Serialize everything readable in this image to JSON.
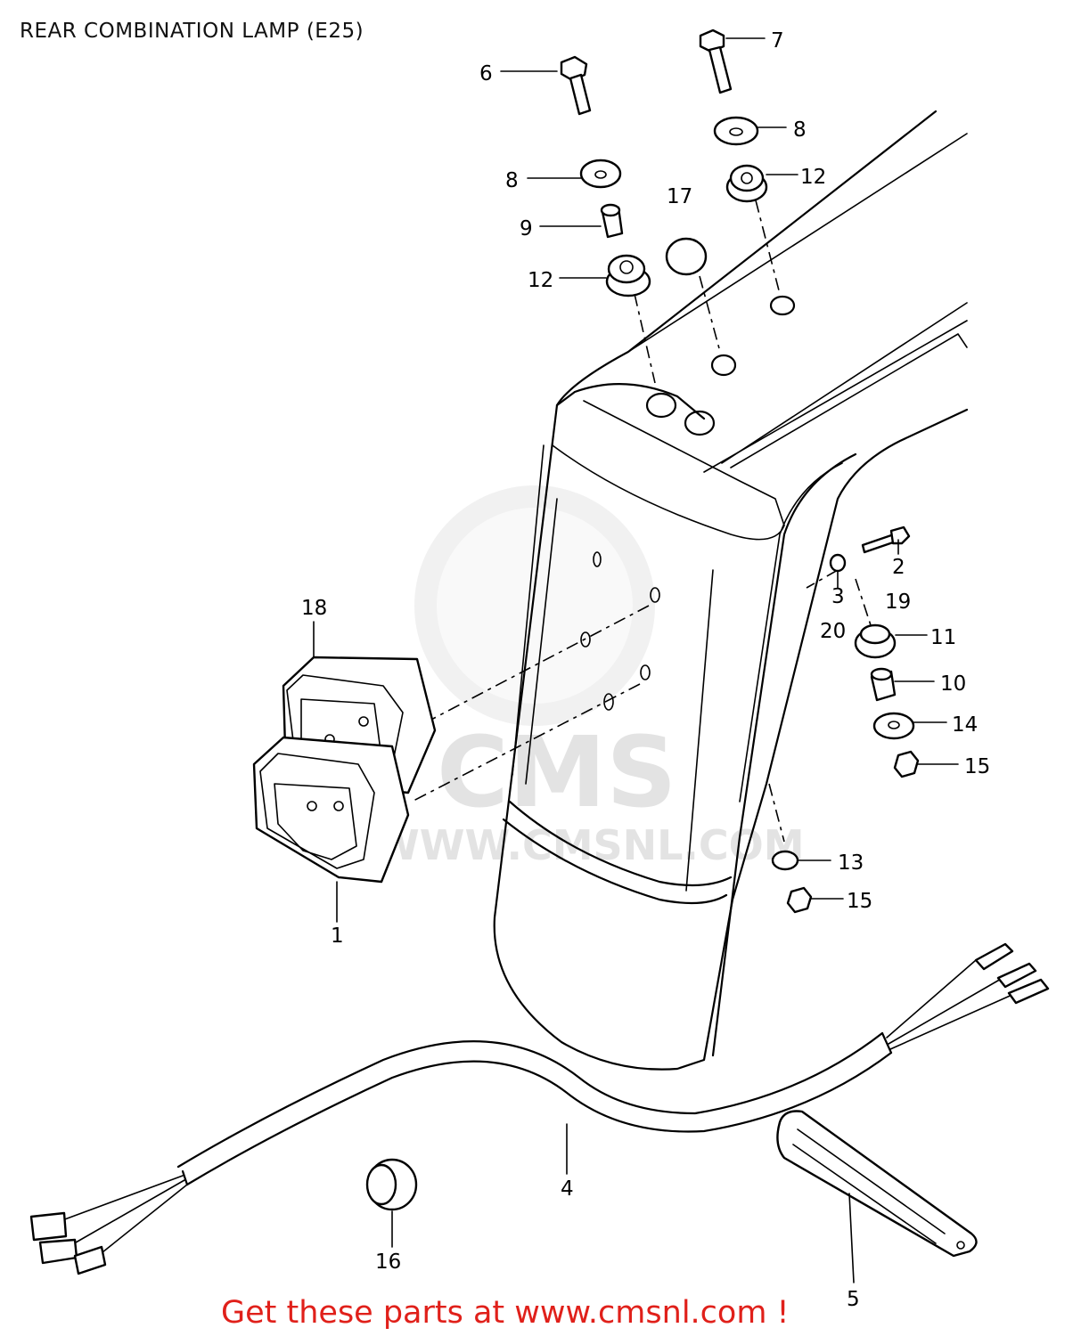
{
  "title": "REAR COMBINATION LAMP (E25)",
  "footer": "Get these parts at www.cmsnl.com !",
  "watermark": {
    "brand": "CMS",
    "url": "WWW.CMSNL.COM"
  },
  "callouts": [
    "1",
    "2",
    "3",
    "4",
    "5",
    "6",
    "7",
    "8",
    "8",
    "9",
    "10",
    "11",
    "12",
    "12",
    "13",
    "14",
    "15",
    "15",
    "16",
    "17",
    "18",
    "19",
    "20"
  ],
  "colors": {
    "footer_text": "#e0201a",
    "line_art": "#000000",
    "watermark": "#e3e3e3"
  }
}
